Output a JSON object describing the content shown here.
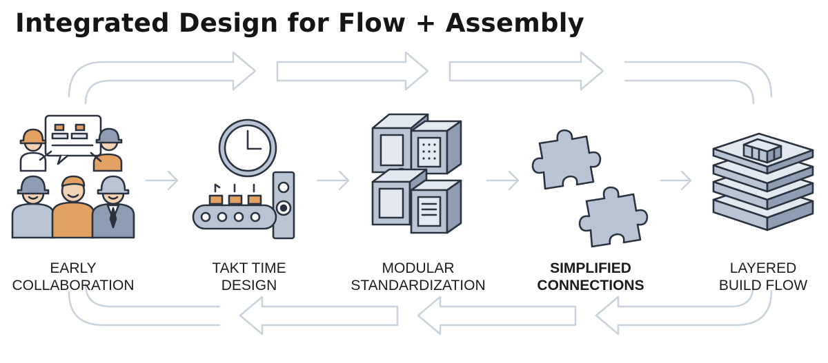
{
  "title": "Integrated Design for Flow + Assembly",
  "steps": [
    {
      "line1": "EARLY",
      "line2": "COLLABORATION",
      "icon": "team-collaboration-icon"
    },
    {
      "line1": "TAKT TIME",
      "line2": "DESIGN",
      "icon": "clock-conveyor-icon"
    },
    {
      "line1": "MODULAR",
      "line2": "STANDARDIZATION",
      "icon": "modular-blocks-icon"
    },
    {
      "line1": "SIMPLIFIED",
      "line2": "CONNECTIONS",
      "icon": "puzzle-pieces-icon"
    },
    {
      "line1": "LAYERED",
      "line2": "BUILD FLOW",
      "icon": "layered-slabs-icon"
    }
  ],
  "colors": {
    "outline": "#2b3340",
    "blue_fill": "#b9c5d4",
    "blue_dark": "#8e9db1",
    "orange": "#e2a062",
    "arrow_light": "#c9d3dd"
  }
}
